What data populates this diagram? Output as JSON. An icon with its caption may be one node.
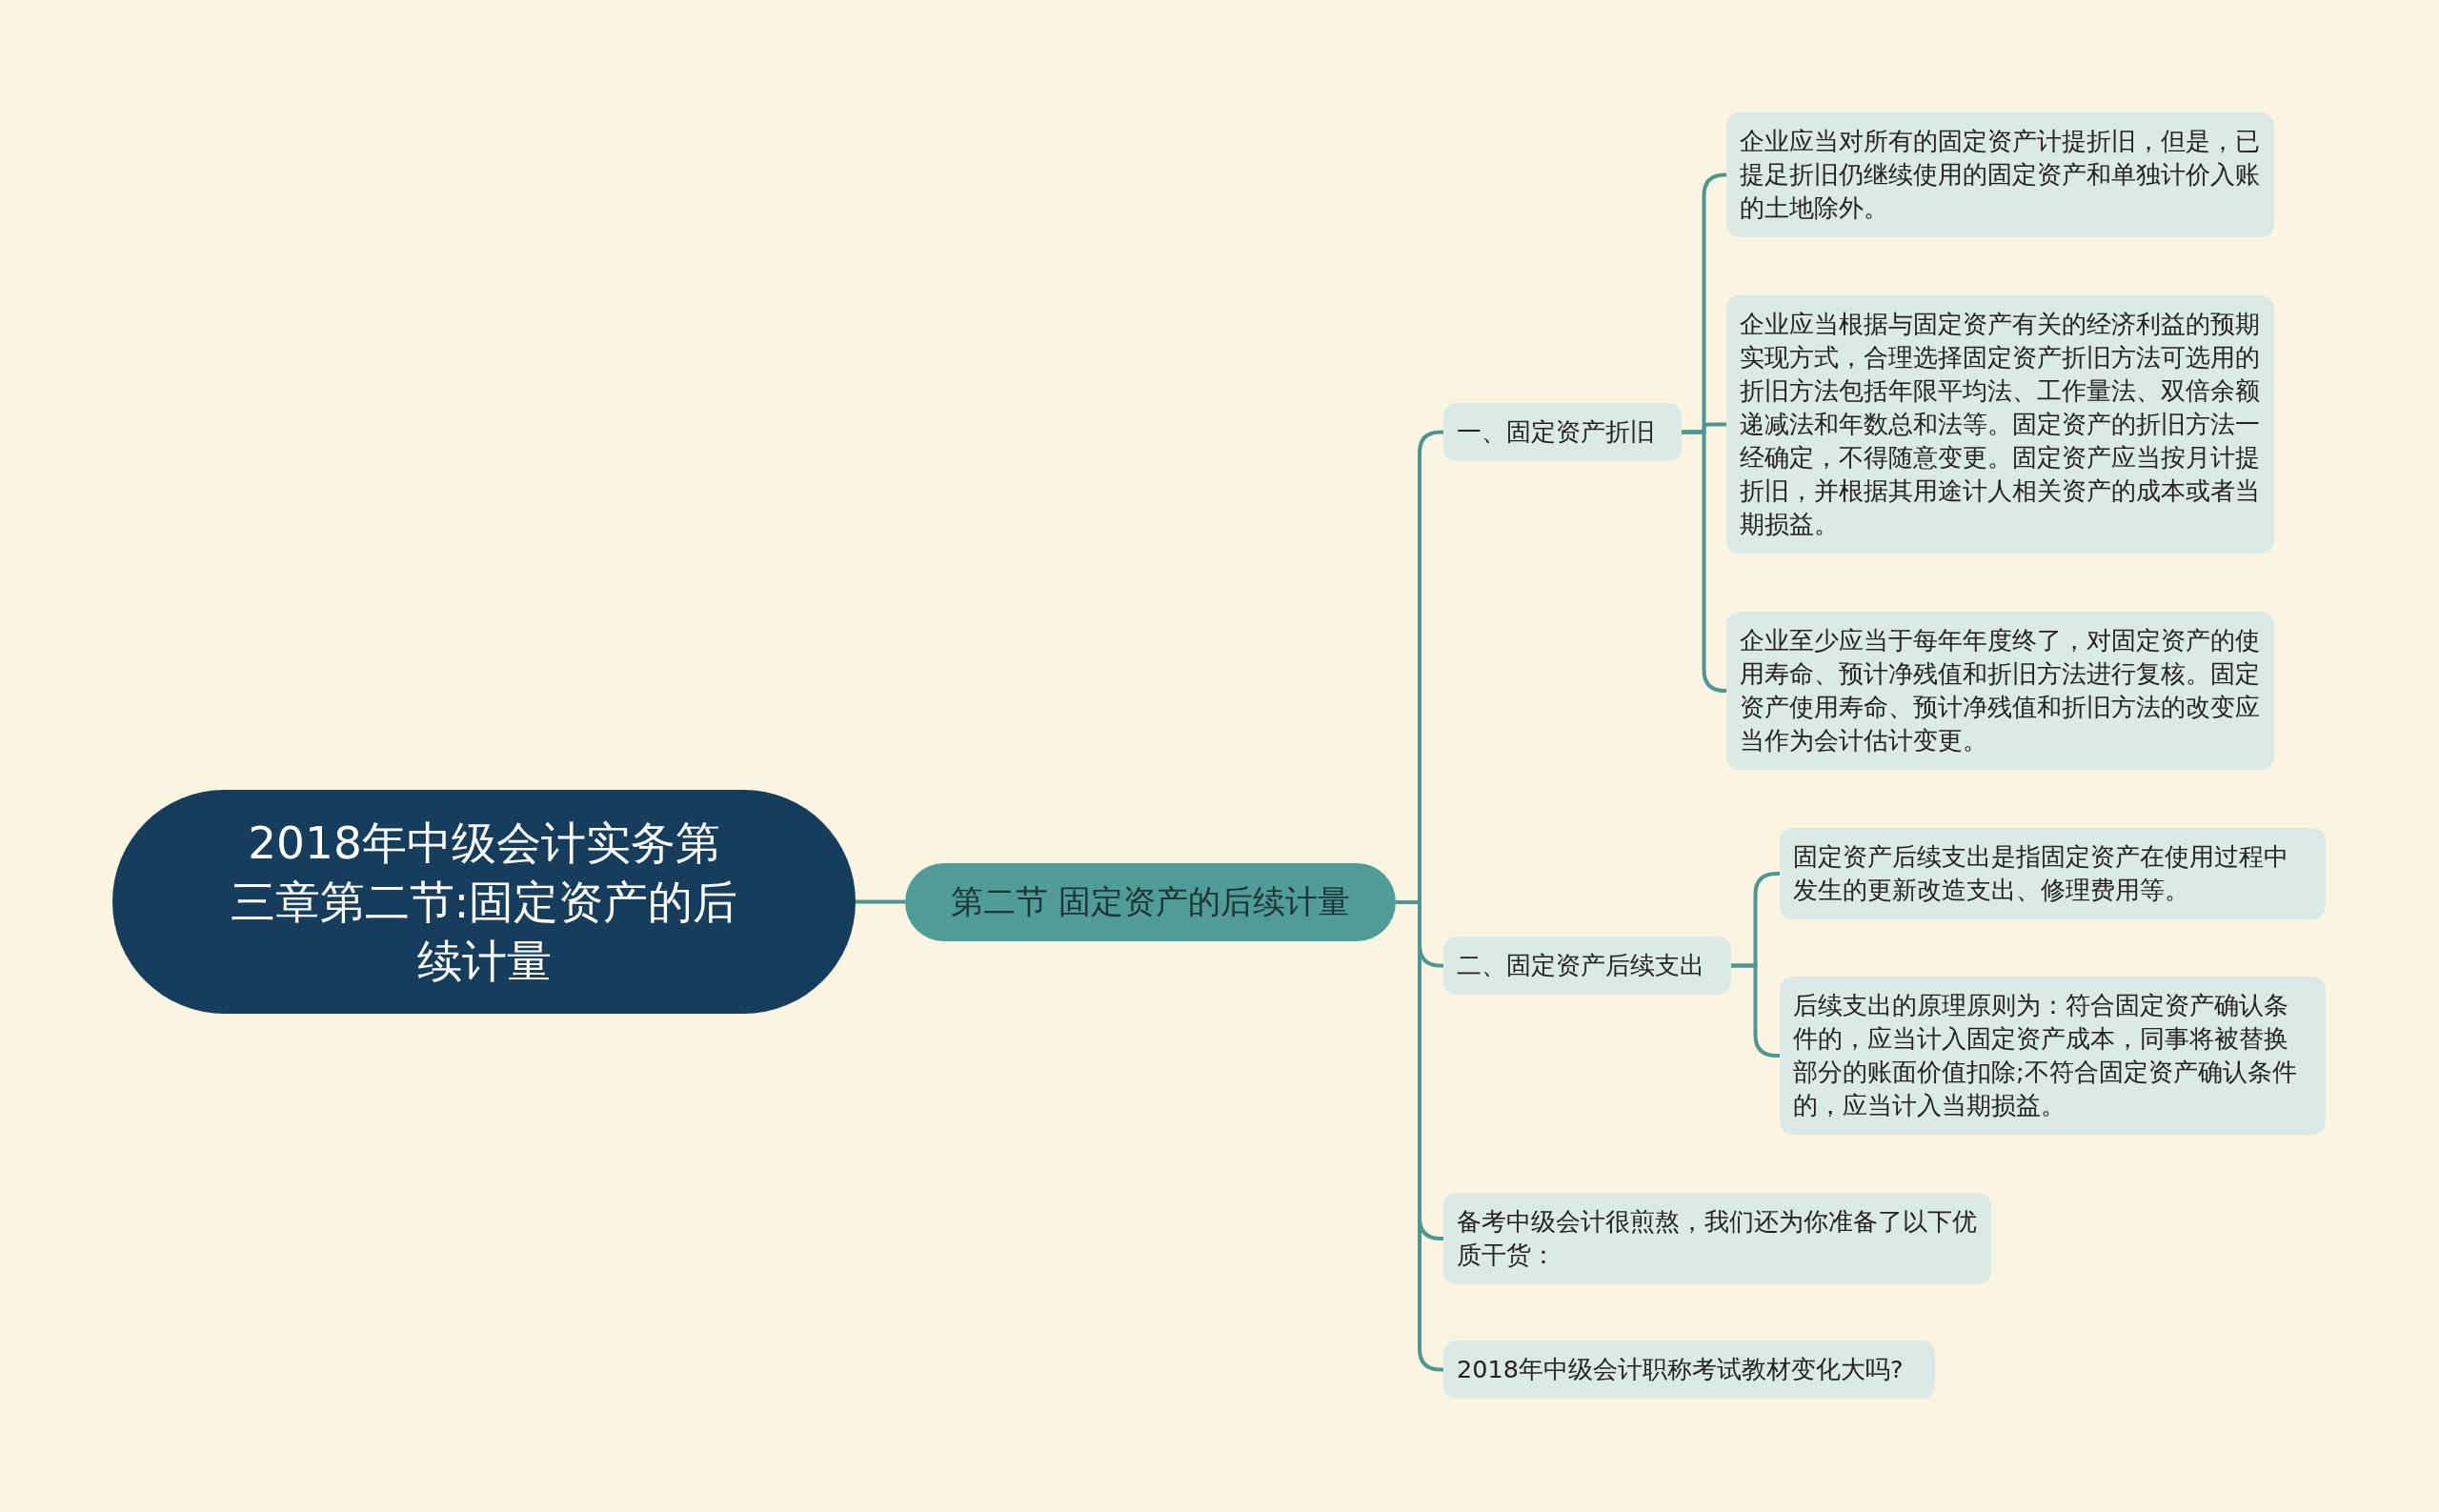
{
  "diagram": {
    "nodes": [
      {
        "text": [
          "2018年中级会计实务第三章第二节:固定资产的后续计量"
        ]
      },
      {
        "text": [
          "第二节 固定资产的后续计量"
        ]
      },
      {
        "text": [
          "一、固定资产折旧"
        ]
      },
      {
        "text": [
          "企业应当对所有的固定资产计提折旧，但是，已提足折旧仍继续使用的固定资产和单独计价入账的土地除外。"
        ]
      },
      {
        "text": [
          "企业应当根据与固定资产有关的经济利益的预期实现方式，合理选择固定资产折旧方法可选用的折旧方法包括年限平均法、工作量法、双倍余额递减法和年数总和法等。固定资产的折旧方法一经确定，不得随意变更。固定资产应当按月计提折旧，并根据其用途计人相关资产的成本或者当期损益。"
        ]
      },
      {
        "text": [
          "企业至少应当于每年年度终了，对固定资产的使用寿命、预计净残值和折旧方法进行复核。固定资产使用寿命、预计净残值和折旧方法的改变应当作为会计估计变更。"
        ]
      },
      {
        "text": [
          "二、固定资产后续支出"
        ]
      },
      {
        "text": [
          "固定资产后续支出是指固定资产在使用过程中发生的更新改造支出、修理费用等。"
        ]
      },
      {
        "text": [
          "后续支出的原理原则为：符合固定资产确认条件的，应当计入固定资产成本，同事将被替换部分的账面价值扣除;不符合固定资产确认条件的，应当计入当期损益。"
        ]
      },
      {
        "text": [
          "备考中级会计很煎熬，我们还为你准备了以下优质干货："
        ]
      },
      {
        "text": [
          "2018年中级会计职称考试教材变化大吗?"
        ]
      }
    ],
    "edges": [
      {
        "from": 0,
        "to": 1,
        "arrow": "none"
      },
      {
        "from": 1,
        "to": 2,
        "arrow": "none"
      },
      {
        "from": 2,
        "to": 3,
        "arrow": "none"
      },
      {
        "from": 2,
        "to": 4,
        "arrow": "none"
      },
      {
        "from": 2,
        "to": 5,
        "arrow": "none"
      },
      {
        "from": 1,
        "to": 6,
        "arrow": "none"
      },
      {
        "from": 6,
        "to": 7,
        "arrow": "none"
      },
      {
        "from": 6,
        "to": 8,
        "arrow": "none"
      },
      {
        "from": 1,
        "to": 9,
        "arrow": "none"
      },
      {
        "from": 1,
        "to": 10,
        "arrow": "none"
      }
    ]
  }
}
